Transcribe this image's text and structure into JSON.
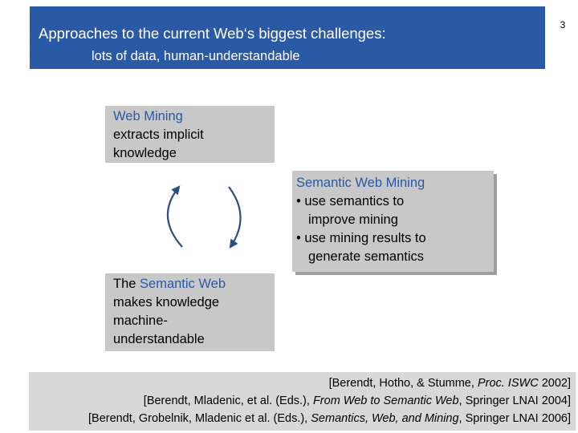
{
  "header": {
    "title": "Approaches to the current Web‘s biggest challenges:",
    "subtitle": "lots of data, human-understandable",
    "page_number": "3"
  },
  "web_mining_box": {
    "line1": "Web Mining",
    "line2": "extracts implicit",
    "line3": "knowledge"
  },
  "semantic_web_mining_box": {
    "title": "Semantic Web Mining",
    "bullet1_line1": "• use semantics to",
    "bullet1_line2": "improve mining",
    "bullet2_line1": "• use mining results to",
    "bullet2_line2": "generate semantics"
  },
  "semantic_web_box": {
    "line1_prefix": "The",
    "line1_highlight": "Semantic Web",
    "line2": "makes knowledge",
    "line3": "machine-",
    "line4": "understandable"
  },
  "references": [
    {
      "before": "[Berendt, Hotho, & Stumme, ",
      "italic": "Proc. ISWC",
      "after": " 2002]"
    },
    {
      "before": "[Berendt, Mladenic, et al. (Eds.), ",
      "italic": "From Web to Semantic Web",
      "after": ", Springer LNAI 2004]"
    },
    {
      "before": "[Berendt, Grobelnik, Mladenic et al. (Eds.), ",
      "italic": "Semantics, Web, and Mining",
      "after": ", Springer LNAI 2006]"
    }
  ],
  "colors": {
    "header_bg": "#2a5aa6",
    "box_bg": "#c8c8c8",
    "accent_text": "#2a5aa6",
    "arrow": "#2a5080"
  }
}
